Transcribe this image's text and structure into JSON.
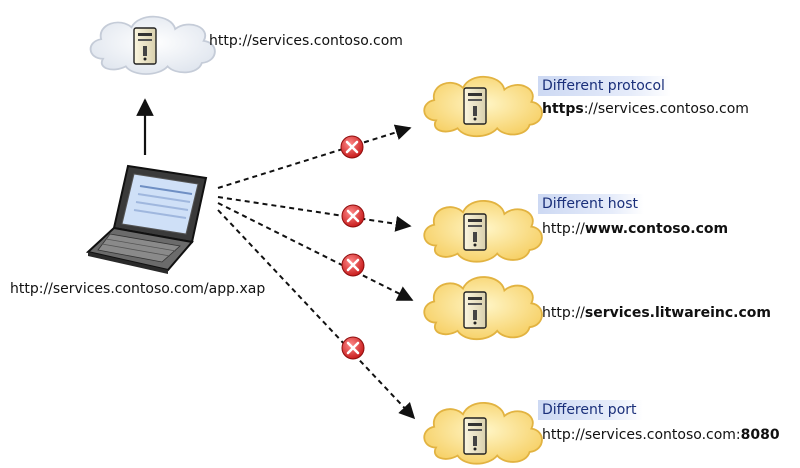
{
  "source": {
    "url": "http://services.contoso.com/app.xap"
  },
  "allowed_target": {
    "url": "http://services.contoso.com"
  },
  "blocked_targets": [
    {
      "tag": "Different protocol",
      "url_parts": [
        {
          "text": "https",
          "bold": true
        },
        {
          "text": "://services.contoso.com",
          "bold": false
        }
      ]
    },
    {
      "tag": "Different host",
      "url_parts": [
        {
          "text": "http://",
          "bold": false
        },
        {
          "text": "www.contoso.com",
          "bold": true
        }
      ]
    },
    {
      "tag": "",
      "url_parts": [
        {
          "text": "http://",
          "bold": false
        },
        {
          "text": "services.litwareinc.com",
          "bold": true
        }
      ]
    },
    {
      "tag": "Different port",
      "url_parts": [
        {
          "text": "http://services.contoso.com:",
          "bold": false
        },
        {
          "text": "8080",
          "bold": true
        }
      ]
    }
  ],
  "icons": {
    "server": "server-icon",
    "laptop": "laptop-icon",
    "blocked": "blocked-x-icon",
    "cloud": "cloud-icon"
  },
  "colors": {
    "cloud_allowed": "#e8edf4",
    "cloud_blocked": "#f8d67a",
    "blocked_red": "#e02424",
    "tag_text": "#1a2f7a"
  }
}
